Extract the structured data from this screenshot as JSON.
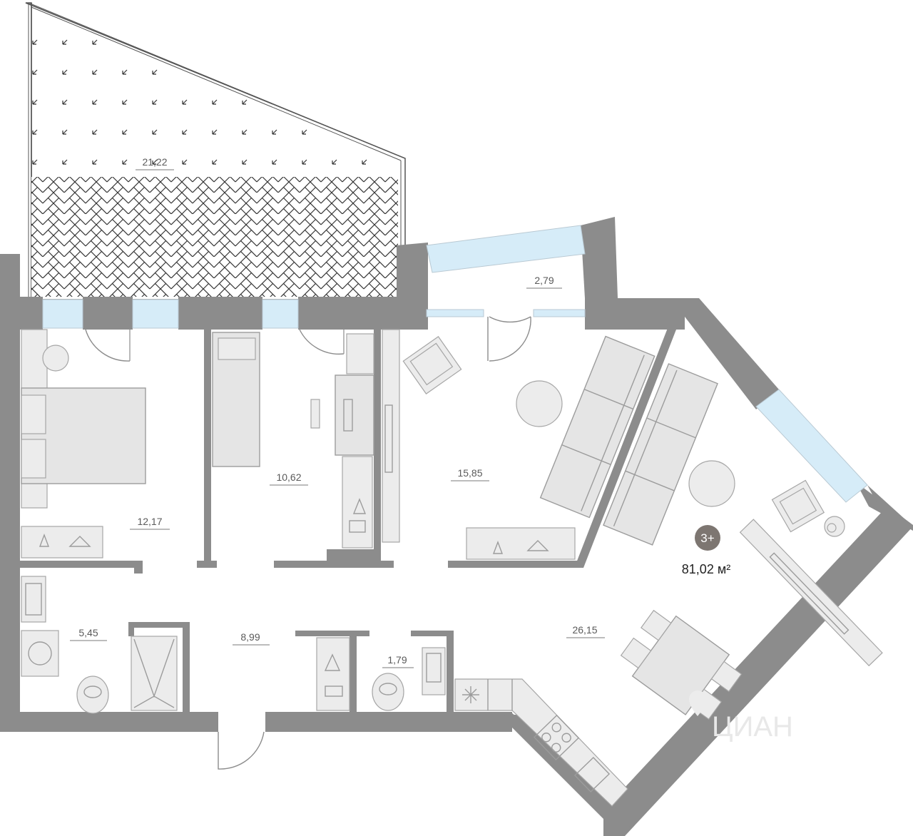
{
  "areas": {
    "balcony": "21,22",
    "loggia": "2,79",
    "bedroom_master": "12,17",
    "bedroom_small": "10,62",
    "bedroom_middle": "15,85",
    "living_kitchen": "26,15",
    "bathroom": "5,45",
    "hallway": "8,99",
    "wc": "1,79"
  },
  "badge": {
    "rooms": "3+",
    "total_area": "81,02 м²"
  },
  "watermark": {
    "text": "ЦИАН",
    "icon": "map-pin-icon"
  },
  "colors": {
    "wall": "#8c8c8c",
    "window": "#d6ecf8",
    "furniture": "#e5e5e5",
    "badge": "#7d7671"
  }
}
